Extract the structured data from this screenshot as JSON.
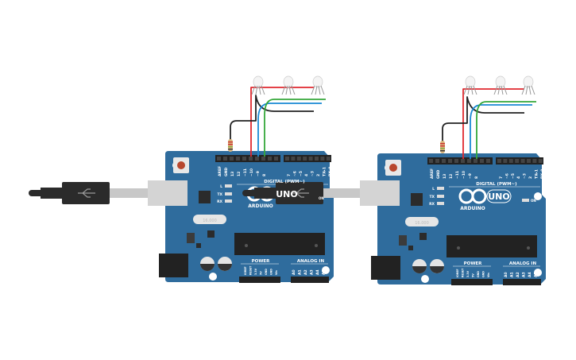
{
  "boards": [
    {
      "name": "arduino-uno-1",
      "pin_labels": [
        "AREF",
        "GND",
        "13",
        "12",
        "~11",
        "~10",
        "~9",
        "8",
        "7",
        "~6",
        "~5",
        "4",
        "~3",
        "2",
        "TX▸1",
        "RX◂0"
      ],
      "digital_label": "DIGITAL (PWM~)",
      "led_labels": [
        "L",
        "TX",
        "RX"
      ],
      "power_label": "POWER",
      "analog_label": "ANALOG IN",
      "power_pins": [
        "IOREF",
        "RESET",
        "3.3V",
        "5V",
        "GND",
        "GND",
        "Vin"
      ],
      "analog_pins": [
        "A0",
        "A1",
        "A2",
        "A3",
        "A4",
        "A5"
      ],
      "crystal_label": "16.000",
      "brand": "ARDUINO",
      "model": "UNO",
      "on_label": "ON"
    },
    {
      "name": "arduino-uno-2",
      "pin_labels": [
        "AREF",
        "GND",
        "13",
        "12",
        "~11",
        "~10",
        "~9",
        "8",
        "7",
        "~6",
        "~5",
        "4",
        "~3",
        "2",
        "TX▸1",
        "RX◂0"
      ],
      "digital_label": "DIGITAL (PWM~)",
      "led_labels": [
        "L",
        "TX",
        "RX"
      ],
      "power_label": "POWER",
      "analog_label": "ANALOG IN",
      "power_pins": [
        "IOREF",
        "RESET",
        "3.3V",
        "5V",
        "GND",
        "GND",
        "Vin"
      ],
      "analog_pins": [
        "A0",
        "A1",
        "A2",
        "A3",
        "A4",
        "A5"
      ],
      "crystal_label": "16.000",
      "brand": "ARDUINO",
      "model": "UNO",
      "on_label": "ON"
    }
  ],
  "colors": {
    "board": "#2f6c9d",
    "wire_red": "#e0282e",
    "wire_blue": "#1a8ad4",
    "wire_green": "#35a83a",
    "wire_black": "#222222",
    "usb_plug": "#2b2b2b",
    "usb_connector": "#d4d4d4"
  },
  "icons": [
    "usb-icon",
    "rgb-led-icon",
    "resistor-icon"
  ]
}
